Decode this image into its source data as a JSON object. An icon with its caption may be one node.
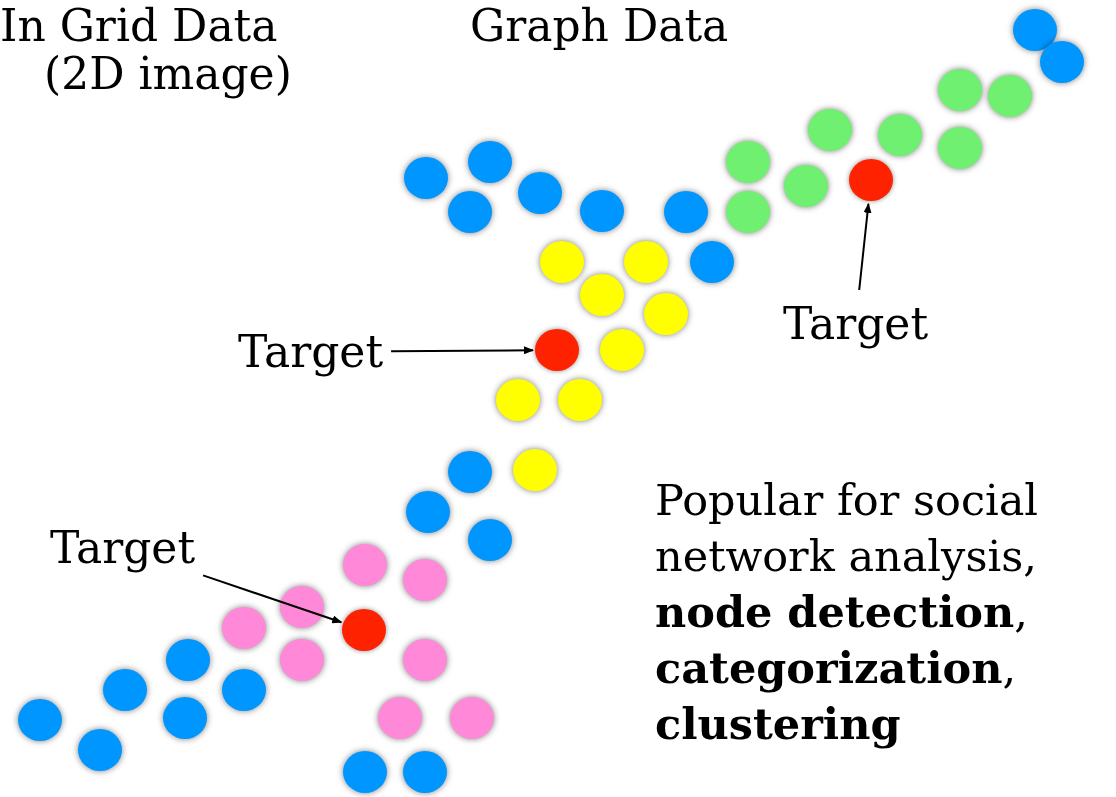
{
  "diagram": {
    "nodes": [
      {
        "text": [
          "Target"
        ]
      },
      {
        "text": [],
        "shape": "circle"
      },
      {
        "text": [
          "Target"
        ]
      },
      {
        "text": [],
        "shape": "circle"
      },
      {
        "text": [
          "Target"
        ]
      },
      {
        "text": [],
        "shape": "circle"
      }
    ],
    "edges": [
      {
        "from": 0,
        "to": 1,
        "arrow": "to"
      },
      {
        "from": 2,
        "to": 3,
        "arrow": "to"
      },
      {
        "from": 4,
        "to": 5,
        "arrow": "to"
      }
    ],
    "labels": [
      "In Grid Data",
      "(2D image)",
      "Graph Data",
      "Popular for social network analysis, **node detection**, **categorization**, **clustering**"
    ]
  }
}
